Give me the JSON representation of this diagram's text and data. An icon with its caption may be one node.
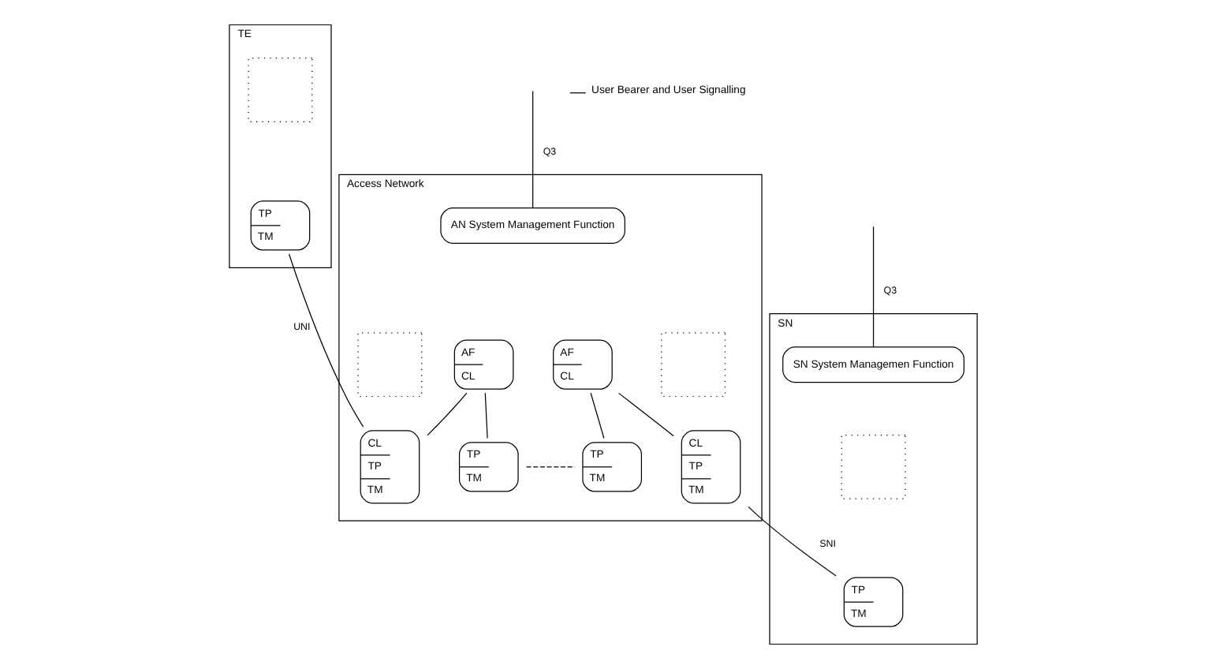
{
  "diagram": {
    "nodes": [
      {
        "text": [
          "TE"
        ]
      },
      {
        "text": [],
        "shape": "box",
        "in": 0
      },
      {
        "text": [
          "TP",
          "TM"
        ],
        "in": 0
      },
      {
        "text": [
          "Access Network"
        ]
      },
      {
        "text": [
          "AN System Management Function"
        ],
        "in": 3
      },
      {
        "text": [],
        "shape": "box",
        "in": 3
      },
      {
        "text": [
          "AF",
          "CL"
        ],
        "in": 3
      },
      {
        "text": [
          "CL",
          "TP",
          "TM"
        ],
        "in": 3
      },
      {
        "text": [
          "TP",
          "TM"
        ],
        "in": 3
      },
      {
        "text": [
          "TP",
          "TM"
        ],
        "in": 3
      },
      {
        "text": [
          "AF",
          "CL"
        ],
        "in": 3
      },
      {
        "text": [],
        "shape": "box",
        "in": 3
      },
      {
        "text": [
          "CL",
          "TP",
          "TM"
        ],
        "in": 3
      },
      {
        "text": [
          "SN"
        ]
      },
      {
        "text": [
          "SN System Managemen Function"
        ],
        "in": 13
      },
      {
        "text": [],
        "shape": "box",
        "in": 13
      },
      {
        "text": [
          "TP",
          "TM"
        ],
        "in": 13
      }
    ],
    "edges": [
      {
        "from": 2,
        "to": 7,
        "arrow": "none",
        "label": "UNI"
      },
      {
        "from": 6,
        "to": 7,
        "arrow": "none"
      },
      {
        "from": 6,
        "to": 8,
        "arrow": "none"
      },
      {
        "from": 8,
        "to": 9,
        "arrow": "none",
        "style": "dashed"
      },
      {
        "from": 10,
        "to": 9,
        "arrow": "none"
      },
      {
        "from": 10,
        "to": 12,
        "arrow": "none"
      },
      {
        "from": 12,
        "to": 16,
        "arrow": "none",
        "label": "SNI"
      },
      {
        "from": null,
        "to": 4,
        "arrow": "none",
        "label": "Q3"
      },
      {
        "from": null,
        "to": 14,
        "arrow": "none",
        "label": "Q3"
      }
    ],
    "legend": [
      {
        "text": "User Bearer and User Signalling"
      }
    ]
  }
}
